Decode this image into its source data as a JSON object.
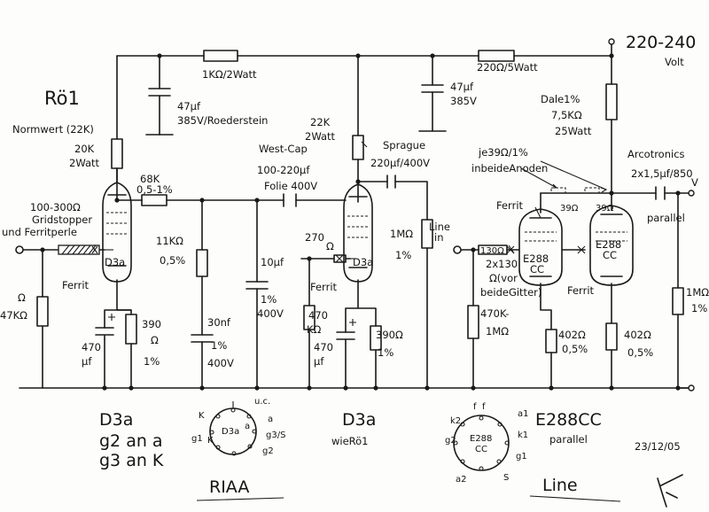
{
  "title": "Rö1",
  "supply": {
    "voltage": "220-240",
    "unit": "Volt"
  },
  "top_rail": {
    "r_dropper_1": "1KΩ/2Watt",
    "r_dropper_2": "220Ω/5Watt"
  },
  "caps": {
    "c1": "47µf",
    "c1_rating": "385V/Roederstein",
    "c2": "47µf",
    "c2_rating": "385V",
    "west_cap_1": "West-Cap",
    "west_cap_2": "100-220µf",
    "west_cap_3": "Folie 400V",
    "sprague_1": "Sprague",
    "sprague_2": "220µf/400V",
    "arcotronics_1": "Arcotronics",
    "arcotronics_2": "2x1,5µf/850",
    "arcotronics_3": "V",
    "c_10uf": "10µf",
    "c_10uf_2": "1%",
    "c_10uf_3": "400V",
    "c_30nf": "30nf",
    "c_30nf_2": "1%",
    "c_30nf_3": "400V",
    "c_470uf_a": "470",
    "c_470uf_a2": "µf",
    "c_470uf_b": "470",
    "c_470uf_b2": "µf"
  },
  "stage1": {
    "normwert": "Normwert (22K)",
    "ra_1": "20K",
    "ra_2": "2Watt",
    "grid_1": "100-300Ω",
    "grid_2": "Gridstopper",
    "grid_3": "und Ferritperle",
    "r68k_1": "68K",
    "r68k_2": "0,5-1%",
    "tube": "D3a",
    "ferrit": "Ferrit",
    "rg_1": "Ω",
    "rg_2": "47KΩ",
    "rk_1": "390",
    "rk_2": "Ω",
    "rk_3": "1%",
    "r11k_1": "11KΩ",
    "r11k_2": "0,5%"
  },
  "stage2": {
    "ra_1": "22K",
    "ra_2": "2Watt",
    "rgs": "270",
    "rgs_2": "Ω",
    "ferrit": "Ferrit",
    "tube": "D3a",
    "rg_1": "1MΩ",
    "rg_2": "1%",
    "rk_1": "390Ω",
    "rk_2": "1%",
    "rk470_1": "470",
    "rk470_2": "KΩ"
  },
  "line_stage": {
    "line_in_1": "Line",
    "line_in_2": "in",
    "rgs": "130Ω",
    "rgs_note_1": "2x130",
    "rgs_note_2": "Ω(vor",
    "rgs_note_3": "beideGitter)",
    "rg_1": "470K-",
    "rg_2": "1MΩ",
    "tube_a_1": "E288",
    "tube_a_2": "CC",
    "tube_b_1": "E288",
    "tube_b_2": "CC",
    "ferrit_1": "Ferrit",
    "ferrit_2": "Ferrit",
    "dale_1": "Dale1%",
    "dale_2": "7,5KΩ",
    "dale_3": "25Watt",
    "anode_1": "je39Ω/1%",
    "anode_2": "inbeideAnoden",
    "r39": "39Ω",
    "r39b": "39Ω",
    "rk_a_1": "402Ω",
    "rk_a_2": "0,5%",
    "rk_b_1": "402Ω",
    "rk_b_2": "0,5%",
    "parallel": "parallel",
    "rout_1": "1MΩ",
    "rout_2": "1%"
  },
  "pinouts": {
    "d3a_center": "D3a",
    "d3a_pins": [
      "u.c.",
      "a",
      "a",
      "g3/S",
      "g2",
      "g1",
      "K",
      "K"
    ],
    "e288_center_1": "E288",
    "e288_center_2": "CC",
    "e288_pins": [
      "f",
      "f",
      "a1",
      "k2",
      "k1",
      "g2",
      "g1",
      "S",
      "a2"
    ]
  },
  "notes": {
    "d3a_1": "D3a",
    "d3a_2": "g2 an a",
    "d3a_3": "g3 an K",
    "wie_1": "D3a",
    "wie_2": "wieRö1",
    "e288_1": "E288CC",
    "e288_2": "parallel",
    "riaa": "RIAA",
    "line": "Line",
    "date": "23/12/05"
  }
}
